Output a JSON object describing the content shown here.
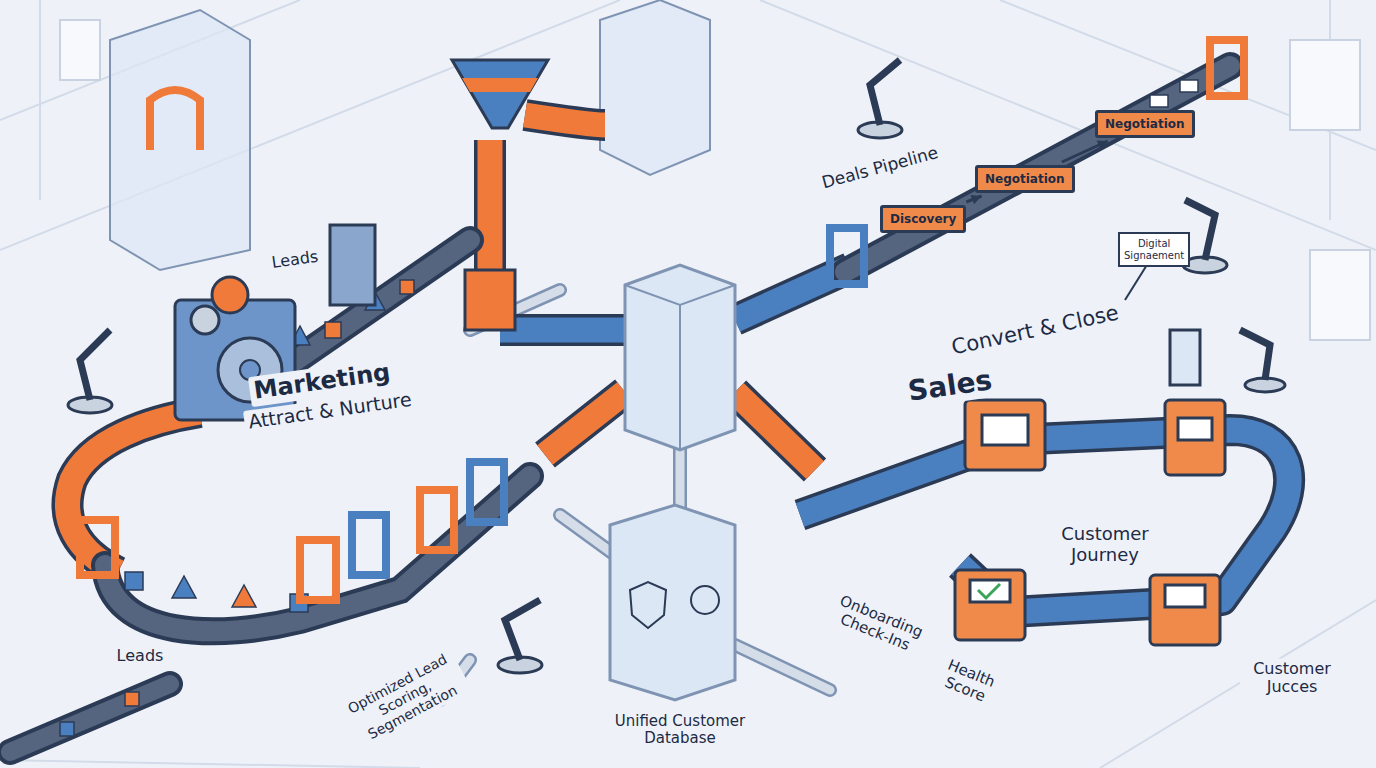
{
  "diagram": {
    "nodes": [
      {
        "text": [
          "Discovery"
        ]
      },
      {
        "text": [
          "Negotiation"
        ]
      },
      {
        "text": [
          "Negotiation"
        ]
      },
      {
        "text": [
          "Digital Signaement"
        ]
      }
    ],
    "edges": [
      {
        "from": 0,
        "to": 1,
        "arrow": "to"
      },
      {
        "from": 1,
        "to": 2,
        "arrow": "to"
      }
    ],
    "labels": [
      "Leads",
      "Marketing",
      "Attract & Nurture",
      "Deals Pipeline",
      "Sales",
      "Convert & Close",
      "Customer Journey",
      "Leads",
      "Optimized Lead Scoring, Segmentation",
      "Onboarding Check-Ins",
      "Health Score",
      "Customer Jucces",
      "Unified Customer Database"
    ]
  }
}
